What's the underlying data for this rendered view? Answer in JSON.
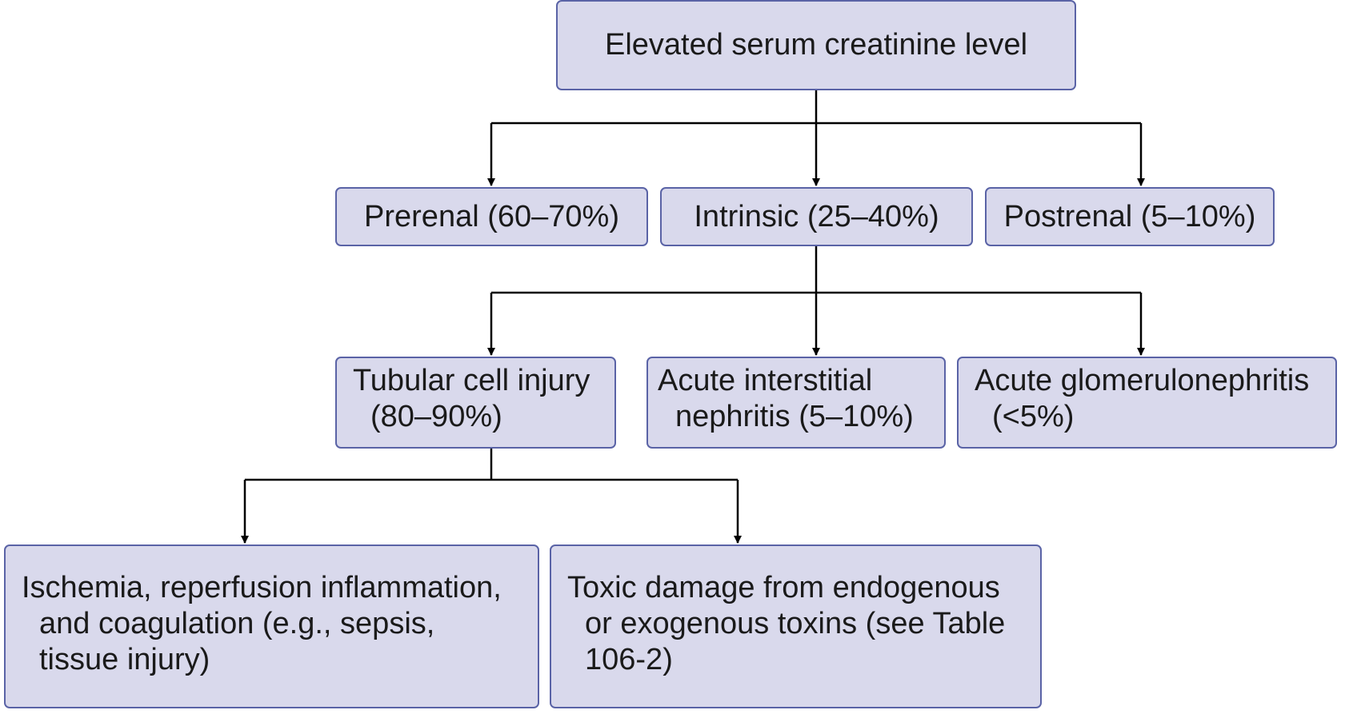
{
  "root": {
    "label": "Elevated serum creatinine level"
  },
  "level1": {
    "prerenal": "Prerenal (60–70%)",
    "intrinsic": "Intrinsic (25–40%)",
    "postrenal": "Postrenal (5–10%)"
  },
  "level2": {
    "tubular": [
      "Tubular cell injury",
      "(80–90%)"
    ],
    "interstitial": [
      "Acute interstitial",
      "nephritis (5–10%)"
    ],
    "glomerulo": [
      "Acute glomerulonephritis",
      "(<5%)"
    ]
  },
  "level3": {
    "ischemia": [
      "Ischemia, reperfusion inflammation,",
      "and coagulation (e.g., sepsis,",
      "tissue injury)"
    ],
    "toxic": [
      "Toxic damage from endogenous",
      "or exogenous toxins (see Table",
      "106-2)"
    ]
  },
  "colors": {
    "box_fill": "#d9d9ec",
    "box_border": "#5a63a6",
    "connector": "#000000"
  }
}
